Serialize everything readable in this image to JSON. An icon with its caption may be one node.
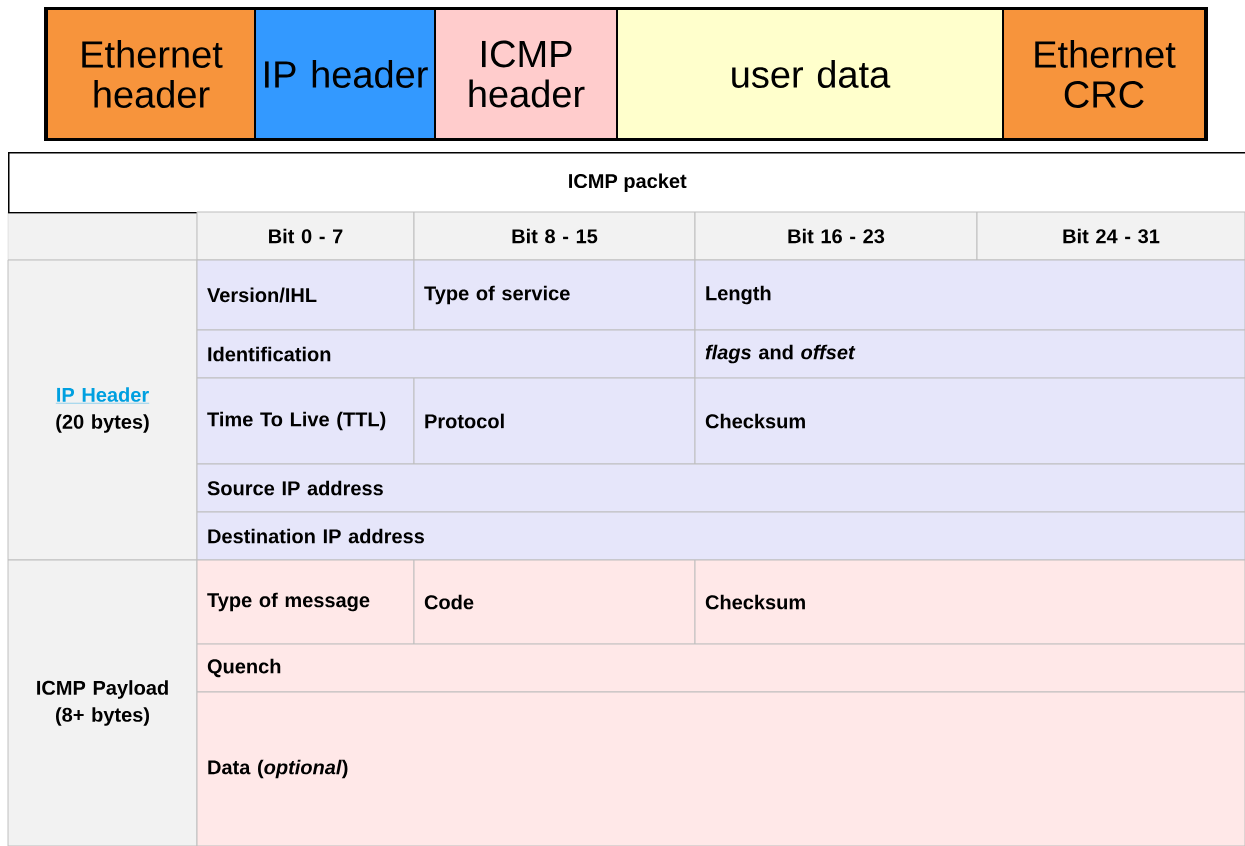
{
  "diagram": {
    "nodes": [
      {
        "text": [
          "Ethernet header"
        ]
      },
      {
        "text": [
          "IP header"
        ]
      },
      {
        "text": [
          "ICMP header"
        ]
      },
      {
        "text": [
          "user data"
        ]
      },
      {
        "text": [
          "Ethernet CRC"
        ]
      }
    ],
    "labels": [
      "ICMP packet",
      "Bit 0 - 7",
      "Bit 8 - 15",
      "Bit 16 - 23",
      "Bit 24 - 31",
      "IP Header",
      "(20 bytes)",
      "Version/IHL",
      "Type of service",
      "Length",
      "Identification",
      "*flags* and *offset*",
      "Time To Live (TTL)",
      "Protocol",
      "Checksum",
      "Source IP address",
      "Destination IP address",
      "ICMP Payload (8+ bytes)",
      "Type of message",
      "Code",
      "Checksum",
      "Quench",
      "Data (*optional*)"
    ]
  }
}
